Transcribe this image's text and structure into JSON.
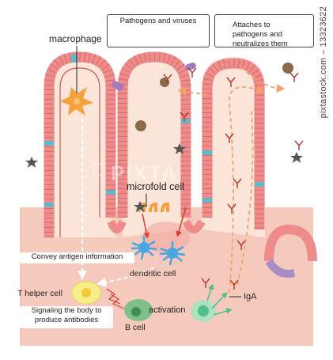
{
  "legend": {
    "pathogens_label": "Pathogens and viruses",
    "iga_label": "Attaches to pathogens and neutralizes them"
  },
  "labels": {
    "macrophage": "macrophage",
    "microfold_cell": "microfold cell",
    "convey_antigen": "Convey antigen information",
    "dendritic_cell": "dendritic cell",
    "t_helper_cell": "T helper cell",
    "signaling": "Signaling the body to produce antibodies",
    "b_cell": "B cell",
    "activation": "activation",
    "iga": "IgA"
  },
  "watermark": {
    "logo_text": "PIXTA",
    "side_text": "pixtastock.com – 13323622"
  },
  "colors": {
    "tissue": "#f6c9bd",
    "villus_fill": "#fbe4d8",
    "epithelium": "#ee8b8b",
    "epithelium_dark": "#d86a6a",
    "goblet": "#63b7c9",
    "macrophage": "#f4a13c",
    "dendritic": "#4aa6e0",
    "t_cell": "#f7ee8a",
    "b_cell": "#7fc08a",
    "iga": "#b5352d",
    "arrow_orange": "#f2a36b",
    "arrow_red": "#e23b2b",
    "arrow_green": "#4fc08a"
  }
}
